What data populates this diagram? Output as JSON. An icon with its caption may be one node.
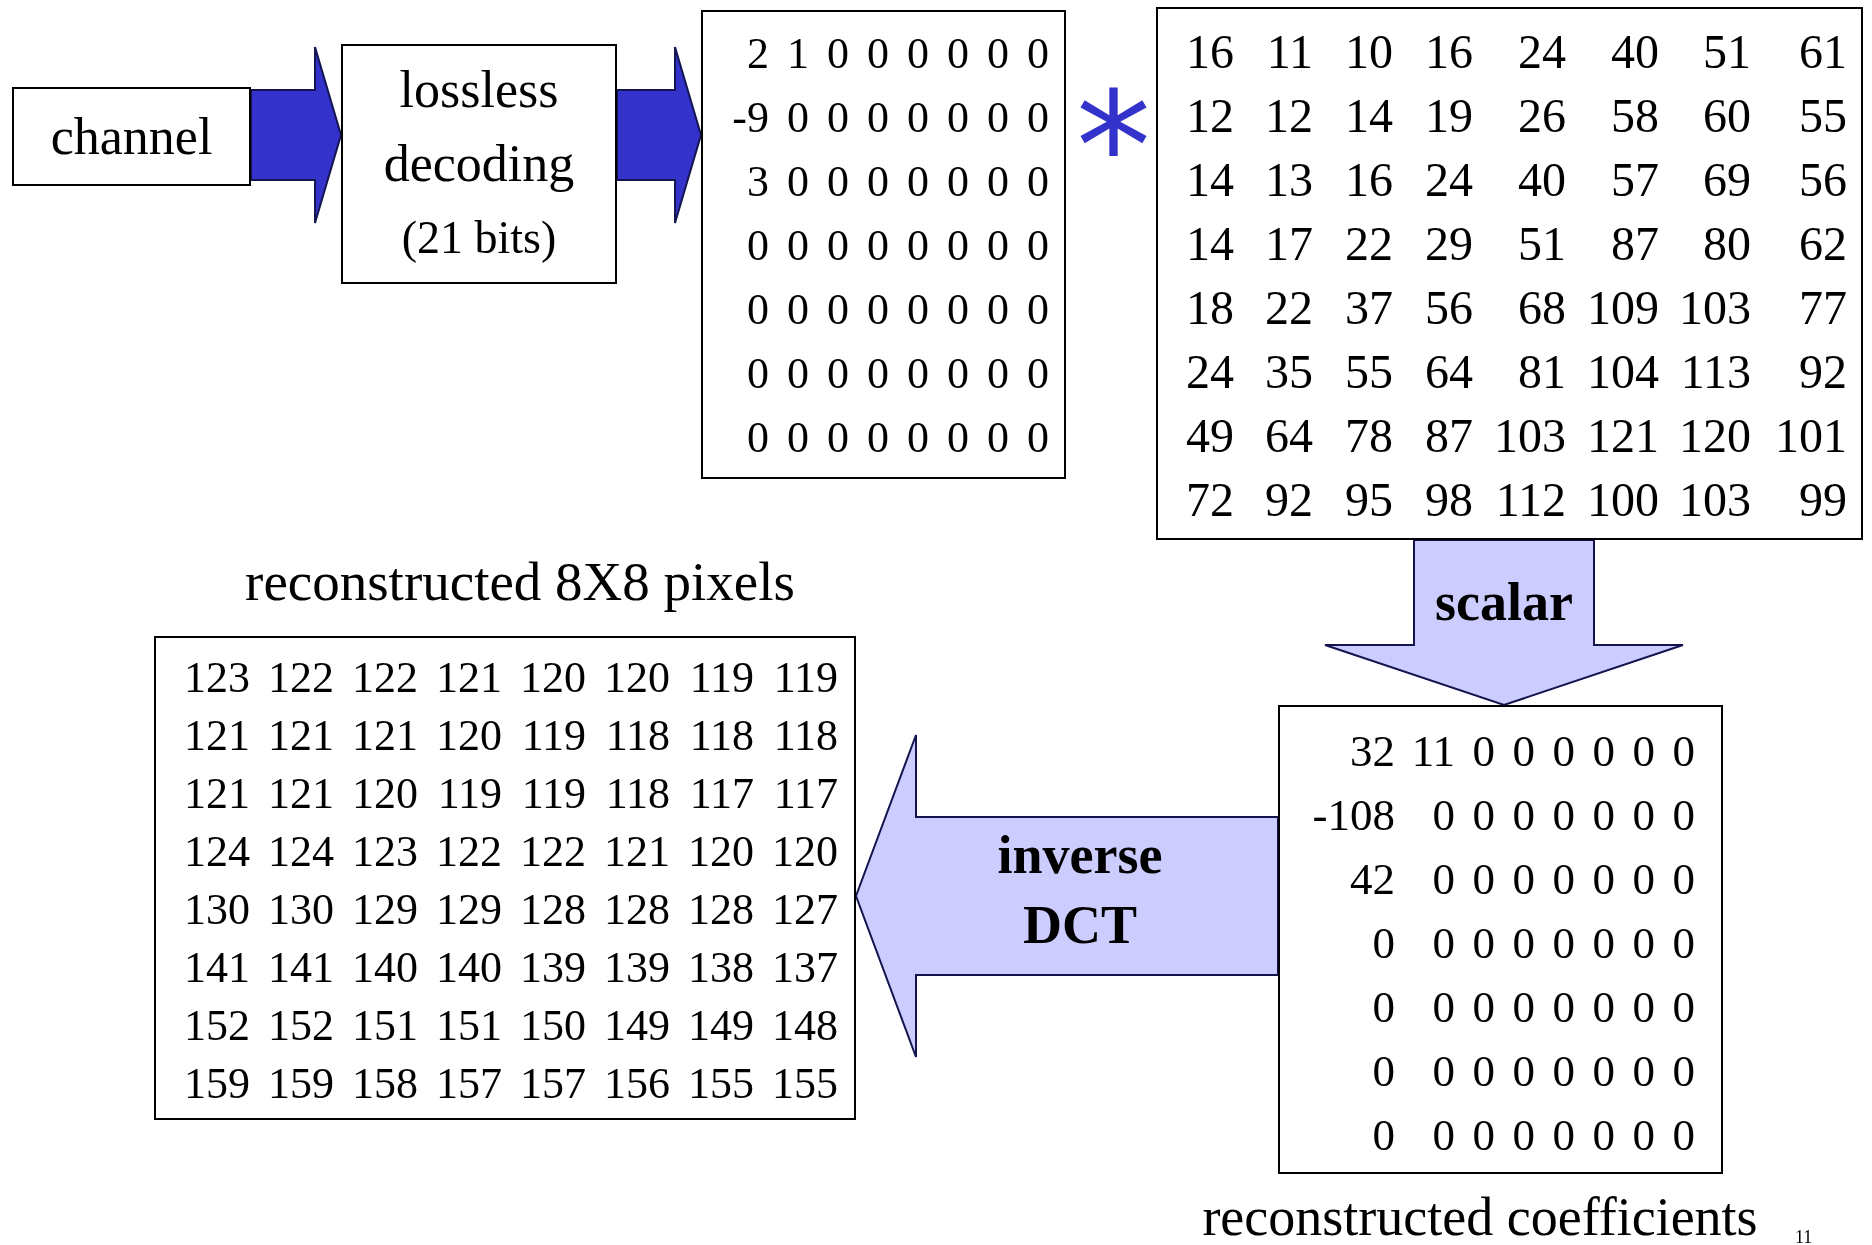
{
  "diagram": {
    "nodes": [
      {
        "text": [
          "channel"
        ]
      },
      {
        "text": [
          "lossless decoding",
          "(21 bits)"
        ]
      },
      {
        "text": [
          "2 1 0 0 0 0 0 0",
          "-9 0 0 0 0 0 0 0",
          "3 0 0 0 0 0 0 0",
          "0 0 0 0 0 0 0 0",
          "0 0 0 0 0 0 0 0",
          "0 0 0 0 0 0 0 0",
          "0 0 0 0 0 0 0 0"
        ]
      },
      {
        "text": [
          "16 11 10 16 24 40 51 61",
          "12 12 14 19 26 58 60 55",
          "14 13 16 24 40 57 69 56",
          "14 17 22 29 51 87 80 62",
          "18 22 37 56 68 109 103 77",
          "24 35 55 64 81 104 113 92",
          "49 64 78 87 103 121 120 101",
          "72 92 95 98 112 100 103 99"
        ]
      },
      {
        "text": [
          "32 11 0 0 0 0 0 0",
          "-108 0 0 0 0 0 0 0",
          "42 0 0 0 0 0 0 0",
          "0 0 0 0 0 0 0 0",
          "0 0 0 0 0 0 0 0",
          "0 0 0 0 0 0 0 0",
          "0 0 0 0 0 0 0 0"
        ],
        "beside": [
          "reconstructed coefficients"
        ]
      },
      {
        "text": [
          "123 122 122 121 120 120 119 119",
          "121 121 121 120 119 118 118 118",
          "121 121 120 119 119 118 117 117",
          "124 124 123 122 122 121 120 120",
          "130 130 129 129 128 128 128 127",
          "141 141 140 140 139 139 138 137",
          "152 152 151 151 150 149 149 148",
          "159 159 158 157 157 156 155 155"
        ],
        "beside": [
          "reconstructed 8X8 pixels"
        ]
      }
    ],
    "edges": [
      {
        "from": 0,
        "to": 1,
        "arrow": "to",
        "color": "#3333cc"
      },
      {
        "from": 1,
        "to": 2,
        "arrow": "to",
        "color": "#3333cc"
      },
      {
        "from": 3,
        "to": 4,
        "arrow": "to",
        "label": "scalar",
        "color": "#ccccff"
      },
      {
        "from": 4,
        "to": 5,
        "arrow": "to",
        "label": "inverse DCT",
        "color": "#ccccff"
      }
    ],
    "labels": [
      "*",
      "11"
    ]
  }
}
